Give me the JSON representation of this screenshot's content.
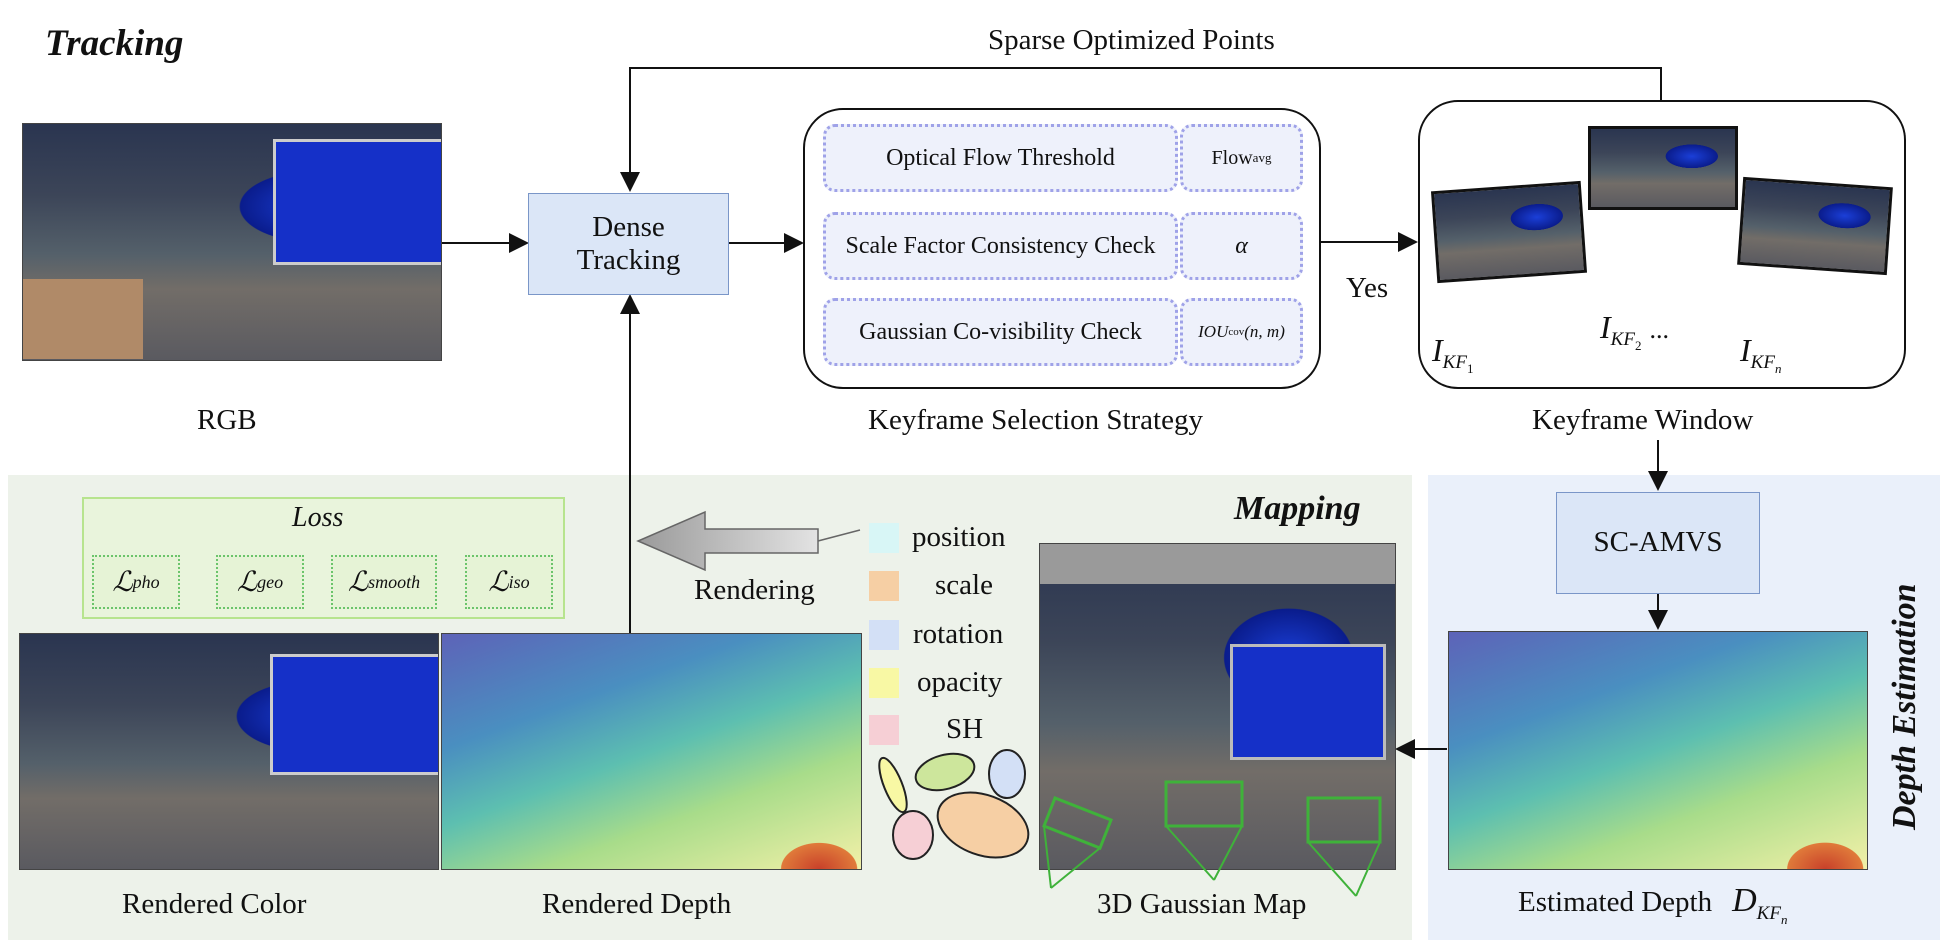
{
  "tracking": {
    "title": "Tracking",
    "rgb_label": "RGB"
  },
  "top_loop_label": "Sparse Optimized Points",
  "dense_tracking": {
    "line1": "Dense",
    "line2": "Tracking"
  },
  "keyframe_selection": {
    "label": "Keyframe Selection Strategy",
    "checks": [
      {
        "name": "Optical Flow Threshold",
        "value": "Flow",
        "value_sub": "avg"
      },
      {
        "name": "Scale Factor Consistency Check",
        "value": "α"
      },
      {
        "name": "Gaussian Co-visibility Check",
        "value": "IOU",
        "value_sub": "cov",
        "value_suffix": "(n, m)"
      }
    ]
  },
  "yes_label": "Yes",
  "keyframe_window": {
    "label": "Keyframe Window",
    "kf1": "I",
    "kf1_sub": "KF",
    "kf1_subsub": "1",
    "kf2": "I",
    "kf2_sub": "KF",
    "kf2_subsub": "2",
    "ellipsis": "...",
    "kfn": "I",
    "kfn_sub": "KF",
    "kfn_subsub": "n"
  },
  "mapping": {
    "title": "Mapping",
    "loss": {
      "title": "Loss",
      "terms": [
        {
          "symbol": "ℒ",
          "sub": "pho"
        },
        {
          "symbol": "ℒ",
          "sub": "geo"
        },
        {
          "symbol": "ℒ",
          "sub": "smooth"
        },
        {
          "symbol": "ℒ",
          "sub": "iso"
        }
      ]
    },
    "rendering_label": "Rendering",
    "legend": [
      {
        "label": "position",
        "color": "#d8f6f6"
      },
      {
        "label": "scale",
        "color": "#f6cfa4"
      },
      {
        "label": "rotation",
        "color": "#d3e0f6"
      },
      {
        "label": "opacity",
        "color": "#f8f8a4"
      },
      {
        "label": "SH",
        "color": "#f6cfd5"
      }
    ],
    "rendered_color_label": "Rendered Color",
    "rendered_depth_label": "Rendered Depth",
    "gaussian_map_label": "3D Gaussian Map"
  },
  "depth_estimation": {
    "title": "Depth Estimation",
    "sc_amvs": "SC-AMVS",
    "estimated_depth_label": "Estimated Depth",
    "d_symbol": "D",
    "d_sub": "KF",
    "d_subsub": "n"
  },
  "colors": {
    "box_fill": "#dbe6f7",
    "mapping_panel": "#edf2ea",
    "depth_panel": "#eaf0fa",
    "camera_green": "#3fb23a"
  }
}
